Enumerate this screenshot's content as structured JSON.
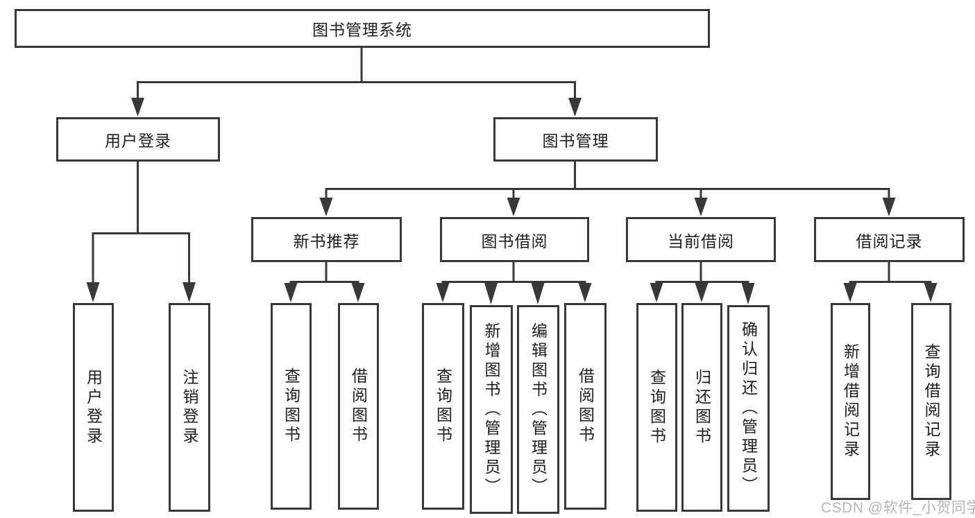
{
  "root": {
    "label": "图书管理系统"
  },
  "branches": [
    {
      "label": "用户登录",
      "children": [
        {
          "label": "用户登录"
        },
        {
          "label": "注销登录"
        }
      ]
    },
    {
      "label": "图书管理",
      "children": [
        {
          "label": "新书推荐",
          "children": [
            {
              "label": "查询图书"
            },
            {
              "label": "借阅图书"
            }
          ]
        },
        {
          "label": "图书借阅",
          "children": [
            {
              "label": "查询图书"
            },
            {
              "label": "新增图书（管理员）"
            },
            {
              "label": "编辑图书（管理员）"
            },
            {
              "label": "借阅图书"
            }
          ]
        },
        {
          "label": "当前借阅",
          "children": [
            {
              "label": "查询图书"
            },
            {
              "label": "归还图书"
            },
            {
              "label": "确认归还（管理员）"
            }
          ]
        },
        {
          "label": "借阅记录",
          "children": [
            {
              "label": "新增借阅记录"
            },
            {
              "label": "查询借阅记录"
            }
          ]
        }
      ]
    }
  ],
  "watermark": {
    "text": "CSDN @软件_小贺同学"
  },
  "colors": {
    "line": "#383838",
    "box_border": "#383838",
    "box_fill": "#ffffff",
    "text": "#1d1d1d",
    "watermark": "#b5b5b5",
    "background": "#ffffff"
  }
}
